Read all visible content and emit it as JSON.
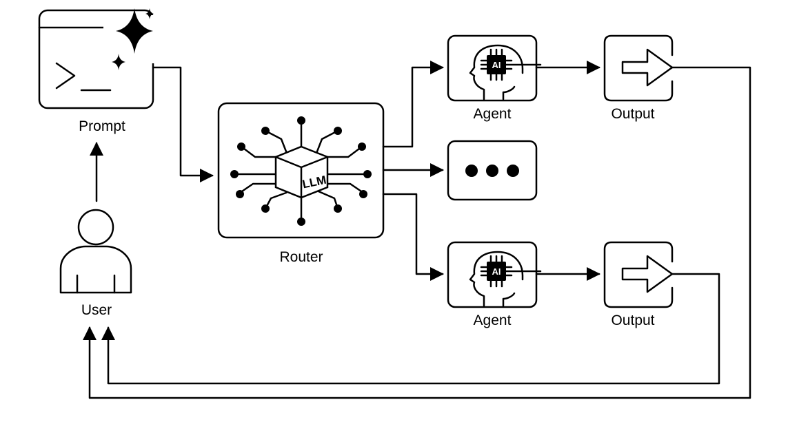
{
  "nodes": {
    "prompt": {
      "label": "Prompt",
      "icon": "terminal-sparkle-icon"
    },
    "user": {
      "label": "User",
      "icon": "user-icon"
    },
    "router": {
      "label": "Router",
      "icon": "llm-cube-icon",
      "chip_text": "LLM"
    },
    "agent_top": {
      "label": "Agent",
      "icon": "ai-head-icon",
      "chip_text": "AI"
    },
    "agent_bottom": {
      "label": "Agent",
      "icon": "ai-head-icon",
      "chip_text": "AI"
    },
    "ellipsis": {
      "icon": "ellipsis-icon"
    },
    "output_top": {
      "label": "Output",
      "icon": "output-arrow-icon"
    },
    "output_bottom": {
      "label": "Output",
      "icon": "output-arrow-icon"
    }
  },
  "edges": [
    {
      "from": "user",
      "to": "prompt"
    },
    {
      "from": "prompt",
      "to": "router"
    },
    {
      "from": "router",
      "to": "agent_top"
    },
    {
      "from": "router",
      "to": "ellipsis"
    },
    {
      "from": "router",
      "to": "agent_bottom"
    },
    {
      "from": "agent_top",
      "to": "output_top"
    },
    {
      "from": "agent_bottom",
      "to": "output_bottom"
    },
    {
      "from": "output_top",
      "to": "user"
    },
    {
      "from": "output_bottom",
      "to": "user"
    }
  ],
  "colors": {
    "stroke": "#000000",
    "background": "#ffffff"
  }
}
